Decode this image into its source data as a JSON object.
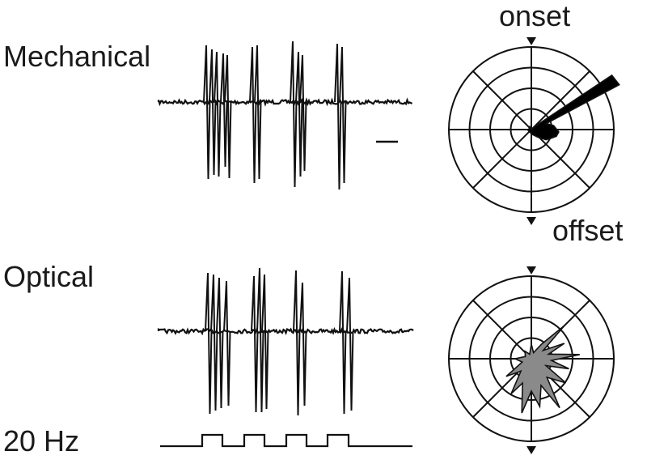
{
  "panels": {
    "mechanical": {
      "label": "Mechanical",
      "onset_label": "onset",
      "offset_label": "offset"
    },
    "optical": {
      "label": "Optical",
      "stimulus_label": "20 Hz"
    }
  },
  "colors": {
    "ink": "#111111",
    "mechanical_petal": "#000000",
    "optical_petal": "#8a8a8a"
  }
}
